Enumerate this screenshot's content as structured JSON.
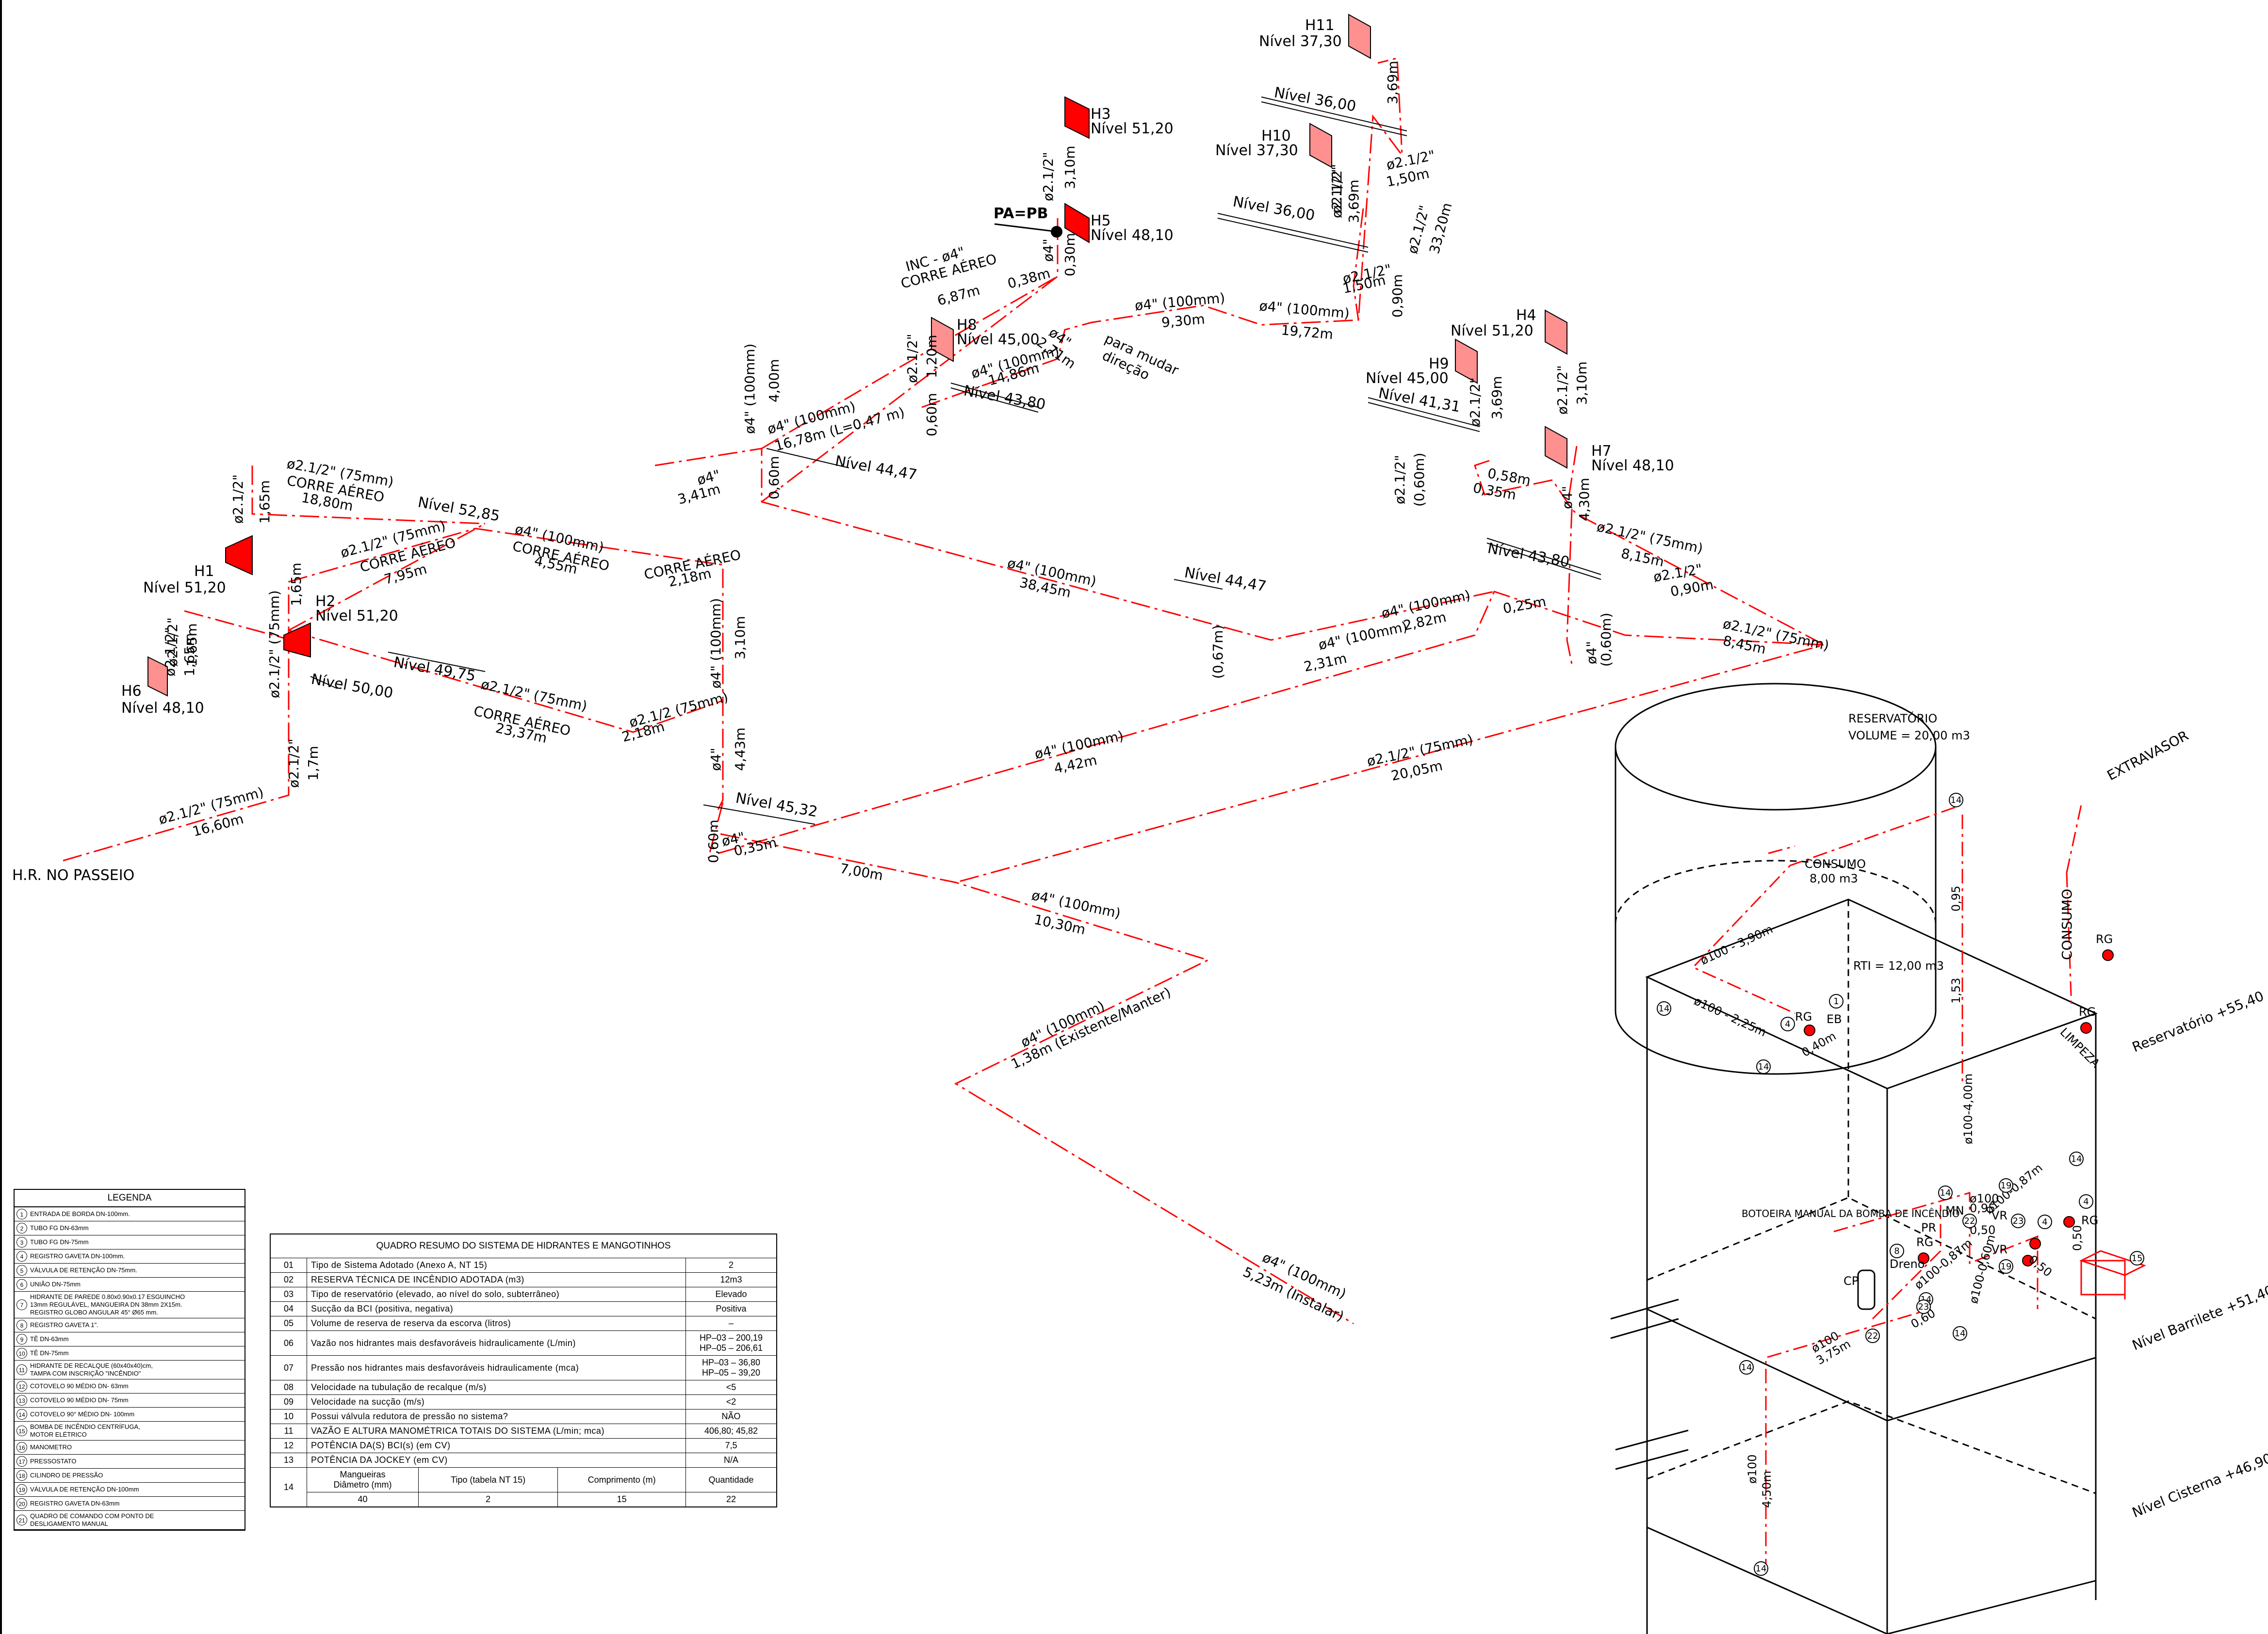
{
  "hydrants": [
    {
      "id": "H1",
      "nivel": "Nível 51,20"
    },
    {
      "id": "H2",
      "nivel": "Nível 51,20"
    },
    {
      "id": "H3",
      "nivel": "Nível 51,20"
    },
    {
      "id": "H4",
      "nivel": "Nível 51,20"
    },
    {
      "id": "H5",
      "nivel": "Nível 48,10"
    },
    {
      "id": "H6",
      "nivel": "Nível 48,10"
    },
    {
      "id": "H7",
      "nivel": "Nível 48,10"
    },
    {
      "id": "H8",
      "nivel": "Nível 45,00"
    },
    {
      "id": "H9",
      "nivel": "Nível 45,00"
    },
    {
      "id": "H10",
      "nivel": "Nível 37,30"
    },
    {
      "id": "H11",
      "nivel": "Nível 37,30"
    }
  ],
  "levels": [
    "Nível 52,85",
    "Nível 50,00",
    "Nível 49,75",
    "Nível 45,32",
    "Nível 44,47",
    "Nível 44,47",
    "Nível 43,80",
    "Nível 43,80",
    "Nível 41,31",
    "Nível 36,00",
    "Nível 36,00"
  ],
  "pipe_labels": [
    "ø2.1/2\" (75mm)",
    "CORRE AÉREO",
    "18,80m",
    "ø2.1/2\" (75mm)",
    "CORRE AÉREO",
    "7,95m",
    "ø4\" (100mm)",
    "CORRE AÉREO",
    "4,55m",
    "CORRE AÉREO",
    "2,18m",
    "ø2.1/2\" (75mm)",
    "CORRE AÉREO",
    "23,37m",
    "ø2.1/2 (75mm)",
    "2,18m",
    "ø4\" (100mm)",
    "3,10m",
    "ø4\"",
    "4,43m",
    "ø2.1/2\"",
    "1,65m",
    "ø2.1/2\"",
    "1,65m",
    "ø2.1/2\" (75mm)",
    "1,65m",
    "ø2.1/2\"",
    "1,65m",
    "ø2.1/2\"",
    "1,7m",
    "ø2.1/2\" (75mm)",
    "16,60m",
    "ø4\"",
    "3,41m",
    "ø4\" (100mm)",
    "4,00m",
    "0,60m",
    "ø4\" (100mm)",
    "16,78m (L=0,47 m)",
    "INC - ø4\"",
    "CORRE AÉREO",
    "6,87m",
    "0,38m",
    "ø2.1/2\"",
    "3,10m",
    "ø4\"",
    "0,30m",
    "ø2.1/2\"",
    "1,20m",
    "0,60m",
    "ø4\" (100mm)",
    "14,86m",
    "ø4\"",
    "2,71m",
    "para mudar",
    "direção",
    "ø4\" (100mm)",
    "9,30m",
    "ø4\" (100mm)",
    "19,72m",
    "ø2.1/2\"",
    "3,69m",
    "ø2.1/2\"",
    "1,50m",
    "ø2.1/2\"",
    "33,20m",
    "ø2.1/2\"",
    "1,50m",
    "0,90m",
    "ø2.1/2\"",
    "3,69m",
    "ø2.1/2\"",
    "3,10m",
    "ø2.1/2\"",
    "3,69m",
    "ø2.1/2\"",
    "(0,60m)",
    "0,58m",
    "0,35m",
    "ø4\"",
    "4,30m",
    "ø2.1/2\" (75mm)",
    "8,15m",
    "ø2.1/2\"",
    "0,90m",
    "ø2.1/2\" (75mm)",
    "8,45m",
    "ø4\" (100mm)",
    "38,45m",
    "(0,67m)",
    "ø4\" (100mm)",
    "2,82m",
    "ø4\" (100mm)",
    "2,31m",
    "0,25m",
    "ø4\"",
    "(0,60m)",
    "ø2.1/2\" (75mm)",
    "20,05m",
    "ø4\" (100mm)",
    "4,42m",
    "0,60m",
    "ø4\"",
    "0,35m",
    "7,00m",
    "ø4\" (100mm)",
    "10,30m",
    "ø4\" (100mm)",
    "1,38m (Existente/Manter)",
    "ø4\" (100mm)",
    "5,23m (Instalar)"
  ],
  "annotations": {
    "pa_pb": "PA=PB",
    "hr": "H.R. NO PASSEIO"
  },
  "reservoir": {
    "title": "RESERVATÓRIO",
    "volume": "VOLUME = 20,00 m3",
    "consumo_title": "CONSUMO",
    "consumo_volume": "8,00 m3",
    "rti": "RTI = 12,00 m3",
    "extravasor": "EXTRAVASOR",
    "consumo_pipe": "CONSUMO",
    "limpeza": "LIMPEZA",
    "nivel_reservatorio": "Reservatório +55,40",
    "nivel_barrilete": "Nível Barrilete +51,40",
    "nivel_cisterna": "Nível Cisterna +46,90",
    "botoeira": "BOTOEIRA MANUAL DA\nBOMBA DE INCÊNDIO",
    "pipe_texts": [
      "ø100 - 3,90m",
      "ø100 - 2,25m",
      "ø100-4,00m",
      "ø100-0,87m",
      "ø100-0,87m",
      "ø100-0,60m",
      "ø100",
      "0,95",
      "ø100",
      "3,75m",
      "ø100",
      "4,50m",
      "0,95",
      "1,53",
      "0,40m",
      "0,50",
      "0,50",
      "0,60",
      "0,50"
    ],
    "tags": [
      "RG",
      "RG",
      "RG",
      "RG",
      "RG",
      "EB",
      "MN",
      "PR",
      "VR",
      "VR",
      "Dreno",
      "CP"
    ],
    "circle_nums": [
      "14",
      "14",
      "14",
      "14",
      "14",
      "14",
      "14",
      "14",
      "14",
      "1",
      "4",
      "4",
      "4",
      "8",
      "19",
      "19",
      "22",
      "23",
      "23",
      "15",
      "22"
    ]
  },
  "legend": {
    "title": "LEGENDA",
    "items": [
      {
        "n": "1",
        "t": "ENTRADA DE BORDA DN-100mm."
      },
      {
        "n": "2",
        "t": "TUBO FG DN-63mm"
      },
      {
        "n": "3",
        "t": "TUBO FG DN-75mm"
      },
      {
        "n": "4",
        "t": "REGISTRO GAVETA DN-100mm."
      },
      {
        "n": "5",
        "t": "VÁLVULA DE RETENÇÃO DN-75mm."
      },
      {
        "n": "6",
        "t": "UNIÃO DN-75mm"
      },
      {
        "n": "7",
        "t": "HIDRANTE DE PAREDE 0.80x0.90x0.17 ESGUINCHO\n13mm REGULÁVEL, MANGUEIRA DN 38mm 2X15m.\nREGISTRO GLOBO ANGULAR 45° Ø65 mm."
      },
      {
        "n": "8",
        "t": "REGISTRO GAVETA 1\"."
      },
      {
        "n": "9",
        "t": "TÊ DN-63mm"
      },
      {
        "n": "10",
        "t": "TÊ DN-75mm"
      },
      {
        "n": "11",
        "t": "HIDRANTE DE RECALQUE (60x40x40)cm,\nTAMPA COM INSCRIÇÃO \"INCÊNDIO\""
      },
      {
        "n": "12",
        "t": "COTOVELO 90 MÉDIO DN- 63mm"
      },
      {
        "n": "13",
        "t": "COTOVELO 90 MÉDIO DN- 75mm"
      },
      {
        "n": "14",
        "t": "COTOVELO 90° MÉDIO DN- 100mm"
      },
      {
        "n": "15",
        "t": "BOMBA DE INCÊNDIO CENTRÍFUGA,\nMOTOR ELÉTRICO"
      },
      {
        "n": "16",
        "t": "MANOMETRO"
      },
      {
        "n": "17",
        "t": "PRESSOSTATO"
      },
      {
        "n": "18",
        "t": "CILINDRO DE PRESSÃO"
      },
      {
        "n": "19",
        "t": "VÁLVULA DE RETENÇÃO DN-100mm"
      },
      {
        "n": "20",
        "t": "REGISTRO GAVETA DN-63mm"
      },
      {
        "n": "21",
        "t": "QUADRO DE COMANDO COM PONTO DE\nDESLIGAMENTO MANUAL"
      }
    ]
  },
  "quadro": {
    "title": "QUADRO RESUMO DO SISTEMA DE HIDRANTES E MANGOTINHOS",
    "rows": [
      {
        "n": "01",
        "q": "Tipo de Sistema Adotado (Anexo A, NT 15)",
        "v": "2"
      },
      {
        "n": "02",
        "q": "RESERVA TÉCNICA DE INCÊNDIO ADOTADA (m3)",
        "v": "12m3"
      },
      {
        "n": "03",
        "q": "Tipo de reservatório (elevado, ao nível do solo, subterrâneo)",
        "v": "Elevado"
      },
      {
        "n": "04",
        "q": "Sucção da BCI (positiva, negativa)",
        "v": "Positiva"
      },
      {
        "n": "05",
        "q": "Volume de reserva de reserva da escorva (litros)",
        "v": "–"
      },
      {
        "n": "06",
        "q": "Vazão nos hidrantes mais desfavoráveis hidraulicamente (L/min)",
        "v": "HP–03 – 200,19\nHP–05 – 206,61"
      },
      {
        "n": "07",
        "q": "Pressão nos hidrantes mais desfavoráveis hidraulicamente (mca)",
        "v": "HP–03 – 36,80\nHP–05 – 39,20"
      },
      {
        "n": "08",
        "q": "Velocidade na tubulação de recalque (m/s)",
        "v": "<5"
      },
      {
        "n": "09",
        "q": "Velocidade na sucção (m/s)",
        "v": "<2"
      },
      {
        "n": "10",
        "q": "Possui válvula redutora de pressão no sistema?",
        "v": "NÃO"
      },
      {
        "n": "11",
        "q": "VAZÃO E ALTURA MANOMÉTRICA TOTAIS DO SISTEMA (L/min; mca)",
        "v": "406,80; 45,82"
      },
      {
        "n": "12",
        "q": "POTÊNCIA DA(S) BCI(s) (em CV)",
        "v": "7,5"
      },
      {
        "n": "13",
        "q": "POTÊNCIA DA JOCKEY (em CV)",
        "v": "N/A"
      }
    ],
    "row14": {
      "n": "14",
      "c1": "Mangueiras\nDiâmetro (mm)",
      "c2": "Tipo (tabela NT 15)",
      "c3": "Comprimento (m)",
      "c4": "Quantidade"
    },
    "row14_values": {
      "c1": "40",
      "c2": "2",
      "c3": "15",
      "c4": "22"
    }
  },
  "colors": {
    "pipe": "#ff0000",
    "hydrant": "#ff0000",
    "line": "#000000"
  }
}
